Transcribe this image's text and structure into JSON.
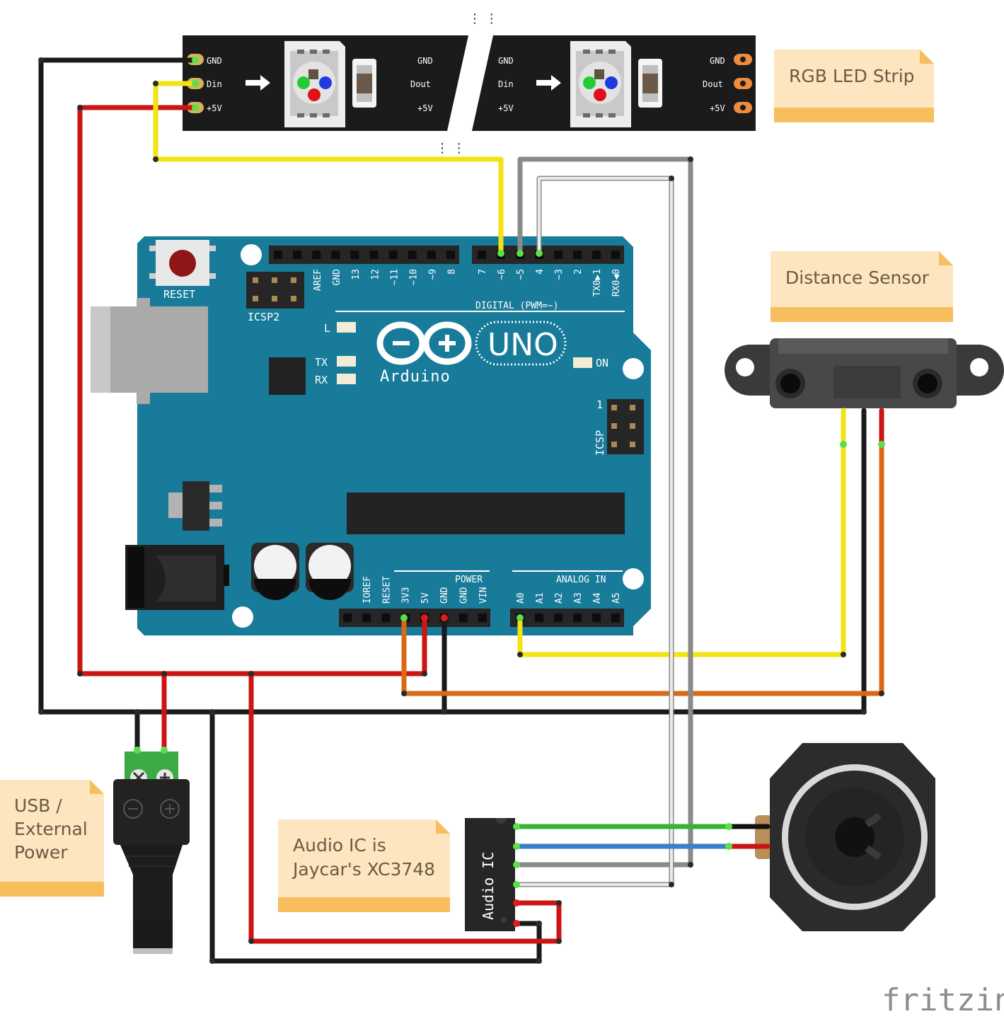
{
  "notes": {
    "led_strip": "RGB LED Strip",
    "distance_sensor": "Distance Sensor",
    "power_line1": "USB /",
    "power_line2": "External",
    "power_line3": "Power",
    "audio_line1": "Audio IC is",
    "audio_line2": "Jaycar's XC3748"
  },
  "led_strip": {
    "left_pins": [
      "GND",
      "Din",
      "+5V"
    ],
    "mid_left_pins": [
      "GND",
      "Dout",
      "+5V"
    ],
    "mid_right_pins": [
      "GND",
      "Din",
      "+5V"
    ],
    "right_pins": [
      "GND",
      "Dout",
      "+5V"
    ]
  },
  "arduino": {
    "reset": "RESET",
    "icsp2": "ICSP2",
    "icsp": "ICSP",
    "icsp_pin1": "1",
    "digital_header": "DIGITAL (PWM=~)",
    "digital_pins_left": [
      "AREF",
      "GND",
      "13",
      "12",
      "~11",
      "~10",
      "~9",
      "8"
    ],
    "digital_pins_right": [
      "7",
      "~6",
      "~5",
      "4",
      "~3",
      "2",
      "TX0▶1",
      "RX0◀0"
    ],
    "led_l": "L",
    "led_tx": "TX",
    "led_rx": "RX",
    "led_on": "ON",
    "logo_text": "Arduino",
    "model": "UNO",
    "power_header": "POWER",
    "power_pins": [
      "IOREF",
      "RESET",
      "3V3",
      "5V",
      "GND",
      "GND",
      "VIN"
    ],
    "analog_header": "ANALOG IN",
    "analog_pins": [
      "A0",
      "A1",
      "A2",
      "A3",
      "A4",
      "A5"
    ]
  },
  "audio_ic": {
    "label": "Audio IC"
  },
  "branding": {
    "watermark": "fritzing"
  },
  "colors": {
    "board": "#177b99",
    "wire_red": "#cc1414",
    "wire_black": "#1a1a1a",
    "wire_yellow": "#f2e313",
    "wire_orange": "#d96915",
    "wire_gray": "#8a8a8a",
    "wire_white": "#e6e6e6",
    "wire_green": "#35b534",
    "wire_blue": "#3b7fc8",
    "note_fill": "#fde5c0",
    "note_bar": "#f8be5e"
  }
}
